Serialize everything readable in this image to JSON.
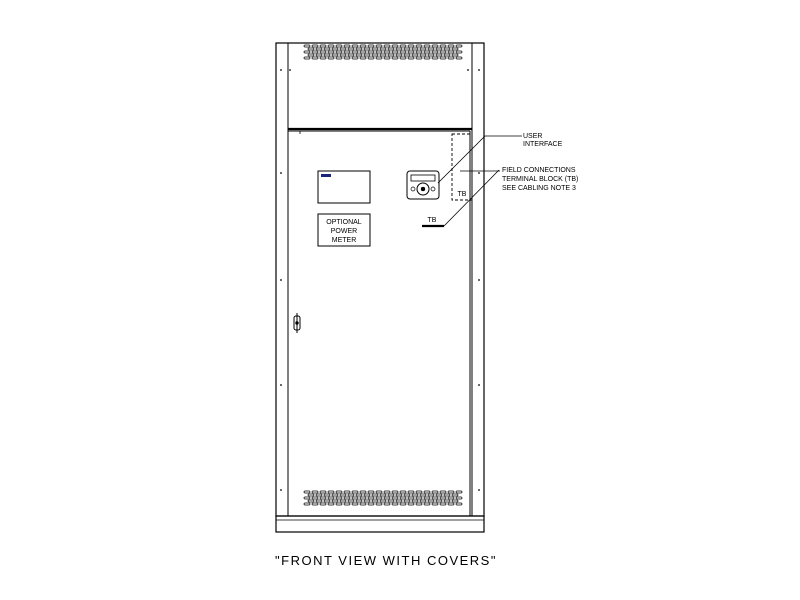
{
  "labels": {
    "user_interface_line1": "USER",
    "user_interface_line2": "INTERFACE",
    "field_connections_line1": "FIELD CONNECTIONS",
    "field_connections_line2": "TERMINAL BLOCK (TB)",
    "field_connections_line3": "SEE CABLING NOTE 3",
    "tb_upper": "TB",
    "tb_lower": "TB",
    "power_meter_line1": "OPTIONAL",
    "power_meter_line2": "POWER",
    "power_meter_line3": "METER",
    "caption": "\"FRONT VIEW WITH COVERS\""
  },
  "colors": {
    "line": "#000000",
    "background": "#ffffff",
    "label_block": "#1a237e"
  }
}
